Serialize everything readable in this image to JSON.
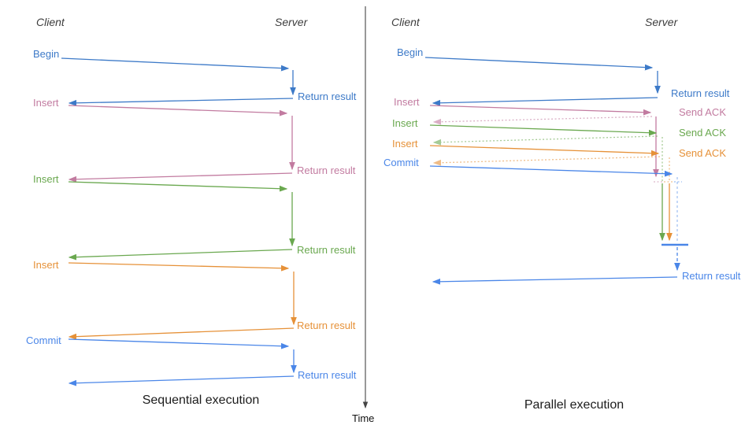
{
  "palette": {
    "blue": "#3d7ac8",
    "cornflower": "#4a86e8",
    "magenta": "#c27ba0",
    "green": "#6aa84f",
    "orange": "#e69138",
    "axis": "#444444",
    "header_text": "#3d3d3d",
    "title_text": "#1c1c1c"
  },
  "time_axis": {
    "label": "Time"
  },
  "panels": [
    {
      "title": "Sequential execution",
      "client_header": "Client",
      "server_header": "Server",
      "messages": [
        {
          "request": "Begin",
          "response": "Return result",
          "color_name": "blue",
          "color": "#3d7ac8"
        },
        {
          "request": "Insert",
          "response": "Return result",
          "color_name": "magenta",
          "color": "#c27ba0"
        },
        {
          "request": "Insert",
          "response": "Return result",
          "color_name": "green",
          "color": "#6aa84f"
        },
        {
          "request": "Insert",
          "response": "Return result",
          "color_name": "orange",
          "color": "#e69138"
        },
        {
          "request": "Commit",
          "response": "Return result",
          "color_name": "cornflower",
          "color": "#4a86e8"
        }
      ]
    },
    {
      "title": "Parallel execution",
      "client_header": "Client",
      "server_header": "Server",
      "messages": [
        {
          "request": "Begin",
          "response": "Return result",
          "color_name": "blue",
          "color": "#3d7ac8"
        },
        {
          "request": "Insert",
          "response": "Send ACK",
          "color_name": "magenta",
          "color": "#c27ba0"
        },
        {
          "request": "Insert",
          "response": "Send ACK",
          "color_name": "green",
          "color": "#6aa84f"
        },
        {
          "request": "Insert",
          "response": "Send ACK",
          "color_name": "orange",
          "color": "#e69138"
        },
        {
          "request": "Commit",
          "response": "Return result",
          "color_name": "cornflower",
          "color": "#4a86e8"
        }
      ]
    }
  ]
}
